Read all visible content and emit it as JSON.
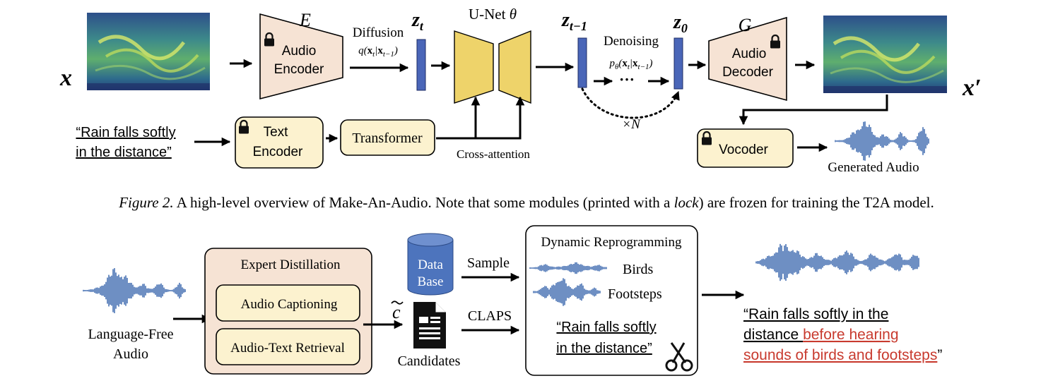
{
  "top": {
    "x_label": "x",
    "x_prime_label": "x′",
    "encoder": {
      "letter": "E",
      "line1": "Audio",
      "line2": "Encoder"
    },
    "decoder": {
      "letter": "G",
      "line1": "Audio",
      "line2": "Decoder"
    },
    "diffusion": {
      "label": "Diffusion",
      "formula": "q(x_t|x_{t−1})"
    },
    "zt": "z_t",
    "unet": "U-Net θ",
    "zt1": "z_{t−1}",
    "z0": "z_0",
    "denoising": {
      "label": "Denoising",
      "formula": "p_θ(x_t|x_{t−1})"
    },
    "times_n": "×N",
    "prompt": {
      "line1": "“Rain falls softly",
      "line2": "in the distance”"
    },
    "text_encoder": {
      "line1": "Text",
      "line2": "Encoder"
    },
    "transformer": "Transformer",
    "cross_attention": "Cross-attention",
    "vocoder": "Vocoder",
    "generated_audio": "Generated Audio"
  },
  "caption": {
    "figure_label": "Figure 2.",
    "text_before": " A high-level overview of Make-An-Audio. Note that some modules (printed with a ",
    "lock_word": "lock",
    "text_after": ") are frozen for training the T2A model."
  },
  "bottom": {
    "language_free": {
      "line1": "Language-Free",
      "line2": "Audio"
    },
    "expert_distillation": "Expert Distillation",
    "audio_captioning": "Audio Captioning",
    "audio_text_retrieval": "Audio-Text Retrieval",
    "c_tilde": "c",
    "candidates": "Candidates",
    "database": {
      "line1": "Data",
      "line2": "Base"
    },
    "sample": "Sample",
    "claps": "CLAPS",
    "dynamic_reprogramming": "Dynamic Reprogramming",
    "birds": "Birds",
    "footsteps": "Footsteps",
    "inner_caption": {
      "line1": "“Rain falls softly",
      "line2": "in the distance”"
    },
    "output_caption": {
      "line1": "“Rain falls softly in the",
      "line2_black": "distance ",
      "line2_red": "before hearing",
      "line3_red": "sounds of birds and footsteps",
      "line3_end": "”"
    }
  },
  "colors": {
    "encoder_fill": "#f6e3d4",
    "yellow_box": "#fcf2cf",
    "unet": "#eed36a",
    "latent": "#4a66b8",
    "waveform": "#4a73b4",
    "database": "#4d74bd",
    "red_text": "#c83a2e"
  }
}
